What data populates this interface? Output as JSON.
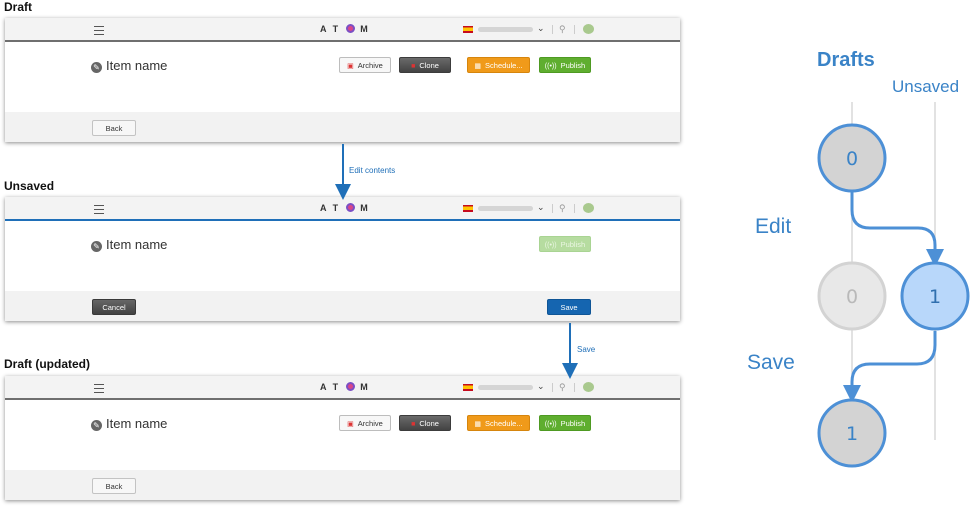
{
  "sections": [
    {
      "title": "Draft"
    },
    {
      "title": "Unsaved"
    },
    {
      "title": "Draft (updated)"
    }
  ],
  "app": {
    "logo_left": "A T",
    "logo_right": "M"
  },
  "item_name": "Item name",
  "buttons": {
    "archive": "Archive",
    "clone": "Clone",
    "schedule": "Schedule...",
    "publish": "Publish",
    "back": "Back",
    "cancel": "Cancel",
    "save": "Save"
  },
  "flow": {
    "edit_contents": "Edit contents",
    "save": "Save"
  },
  "diagram": {
    "title": "Drafts",
    "unsaved": "Unsaved",
    "edit": "Edit",
    "save": "Save",
    "nodes": {
      "drafts_start": "0",
      "drafts_old": "0",
      "unsaved": "1",
      "drafts_end": "1"
    }
  },
  "colors": {
    "accent_blue": "#1f6fb8",
    "diagram_blue": "#4d90d6",
    "publish_green": "#5fae2f",
    "schedule_orange": "#f09a1a"
  }
}
